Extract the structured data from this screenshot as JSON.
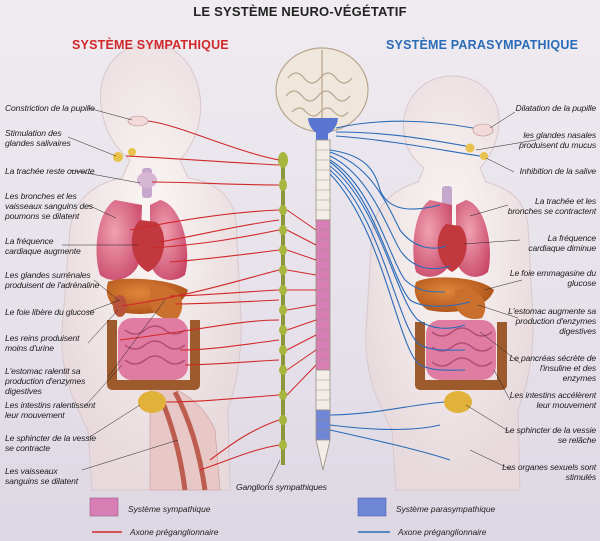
{
  "title": "LE SYSTÈME NEURO-VÉGÉTATIF",
  "sympathetic": {
    "heading": "SYSTÈME SYMPATHIQUE",
    "labels": [
      "Constriction de la pupille",
      "Stimulation des glandes salivaires",
      "La trachée reste ouverte",
      "Les bronches et les vaisseaux sanguins des poumons se dilatent",
      "La fréquence cardiaque augmente",
      "Les glandes surrénales produisent de l'adrénaline",
      "Le foie libère du glucose",
      "Les reins produisent moins d'urine",
      "L'estomac ralentit sa production d'enzymes digestives",
      "Les intestins ralentissent leur mouvement",
      "Le sphincter de la vessie se contracte",
      "Les vaisseaux sanguins se dilatent"
    ]
  },
  "parasympathetic": {
    "heading": "SYSTÈME PARASYMPATHIQUE",
    "labels": [
      "Dilatation de la pupille",
      "les glandes nasales produisent du mucus",
      "Inhibition de la salive",
      "La trachée et les bronches se contractent",
      "La fréquence cardiaque diminue",
      "Le foie emmagasine du glucose",
      "L'estomac augmente sa production d'enzymes digestives",
      "Le pancréas sécrète de l'insuline et des enzymes",
      "Les intestins accélèrent leur mouvement",
      "Le sphincter de la vessie se relâche",
      "Les organes sexuels sont stimulés"
    ]
  },
  "ganglia_label": "Ganglions sympathiques",
  "legend": {
    "symp_box": "Système sympathique",
    "para_box": "Système parasympathique",
    "symp_axon": "Axone préganglionnaire",
    "para_axon": "Axone préganglionnaire"
  },
  "colors": {
    "sympathetic": "#d0282a",
    "parasympathetic": "#2a6bb8",
    "symp_segment": "#d77fb4",
    "para_segment": "#6f86d6"
  }
}
